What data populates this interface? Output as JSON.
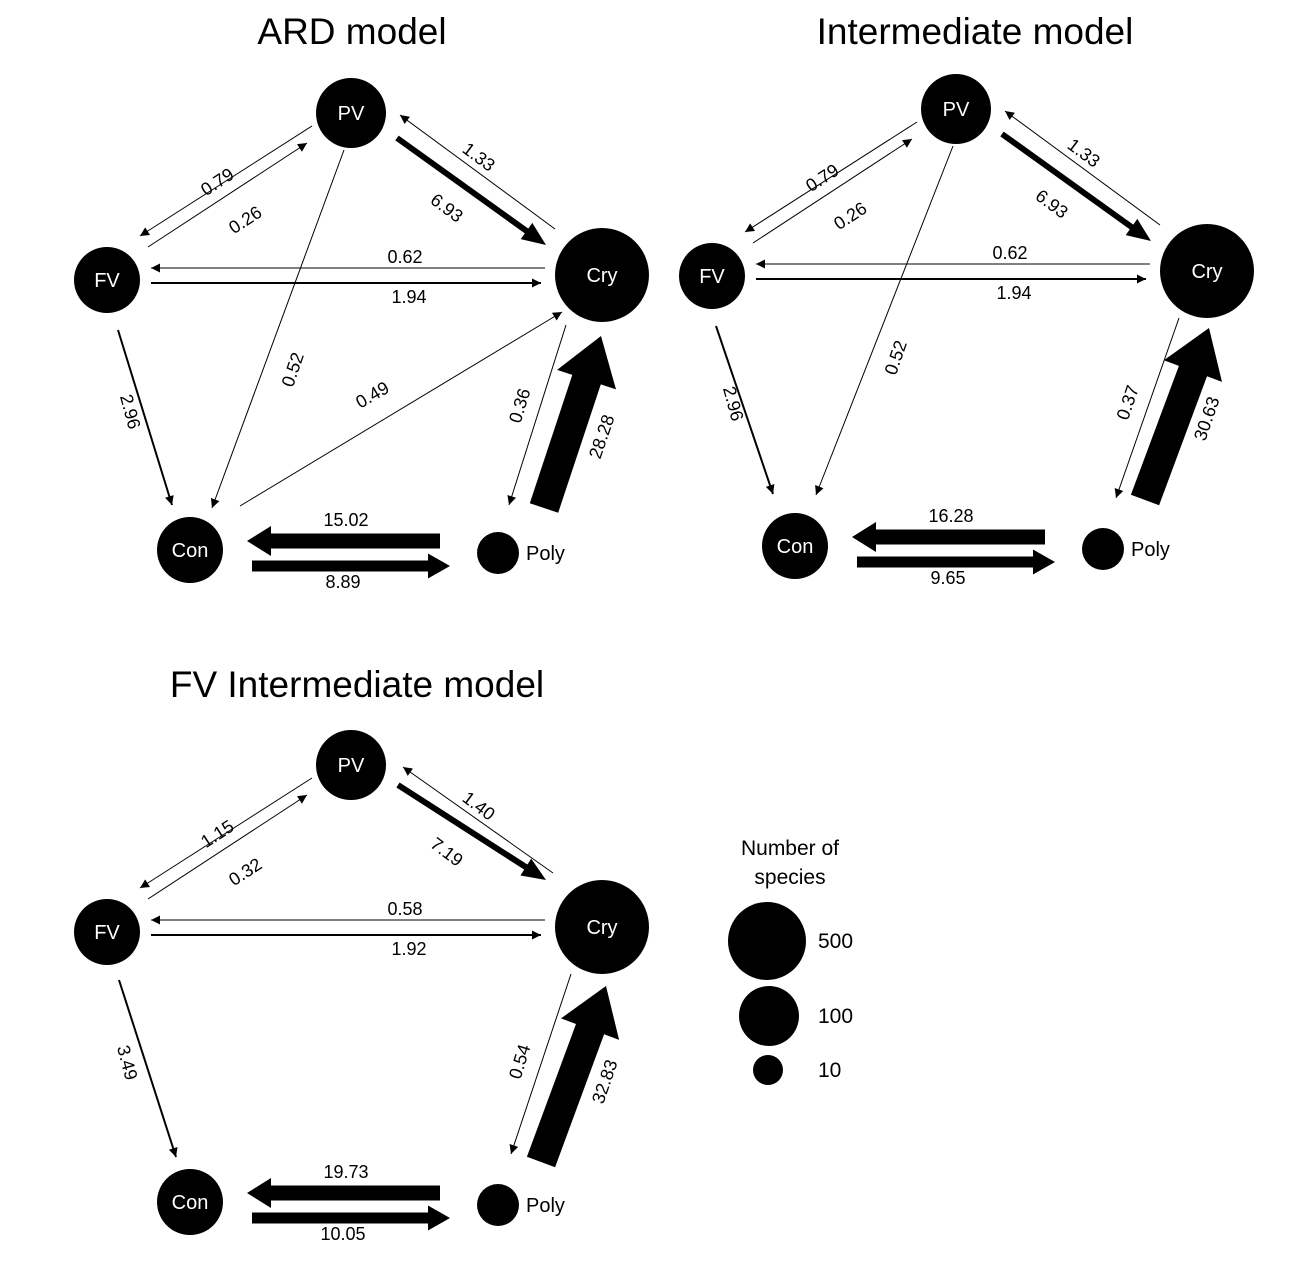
{
  "panels": [
    {
      "id": "ard",
      "title": "ARD model",
      "nodes": {
        "PV": {
          "label": "PV",
          "size": "100"
        },
        "FV": {
          "label": "FV",
          "size": "100"
        },
        "Cry": {
          "label": "Cry",
          "size": "250"
        },
        "Con": {
          "label": "Con",
          "size": "100"
        },
        "Poly": {
          "label": "Poly",
          "size": "10"
        }
      },
      "transitions": [
        {
          "from": "FV",
          "to": "PV",
          "rate": "0.79"
        },
        {
          "from": "PV",
          "to": "FV",
          "rate": "0.26"
        },
        {
          "from": "Cry",
          "to": "PV",
          "rate": "1.33"
        },
        {
          "from": "PV",
          "to": "Cry",
          "rate": "6.93"
        },
        {
          "from": "Cry",
          "to": "FV",
          "rate": "0.62"
        },
        {
          "from": "FV",
          "to": "Cry",
          "rate": "1.94"
        },
        {
          "from": "PV",
          "to": "Con",
          "rate": "0.52"
        },
        {
          "from": "Con",
          "to": "Cry",
          "rate": "0.49"
        },
        {
          "from": "FV",
          "to": "Con",
          "rate": "2.96"
        },
        {
          "from": "Cry",
          "to": "Poly",
          "rate": "0.36"
        },
        {
          "from": "Poly",
          "to": "Cry",
          "rate": "28.28"
        },
        {
          "from": "Poly",
          "to": "Con",
          "rate": "15.02"
        },
        {
          "from": "Con",
          "to": "Poly",
          "rate": "8.89"
        }
      ]
    },
    {
      "id": "intermediate",
      "title": "Intermediate model",
      "nodes": {
        "PV": {
          "label": "PV",
          "size": "100"
        },
        "FV": {
          "label": "FV",
          "size": "100"
        },
        "Cry": {
          "label": "Cry",
          "size": "250"
        },
        "Con": {
          "label": "Con",
          "size": "100"
        },
        "Poly": {
          "label": "Poly",
          "size": "10"
        }
      },
      "transitions": [
        {
          "from": "FV",
          "to": "PV",
          "rate": "0.79"
        },
        {
          "from": "PV",
          "to": "FV",
          "rate": "0.26"
        },
        {
          "from": "Cry",
          "to": "PV",
          "rate": "1.33"
        },
        {
          "from": "PV",
          "to": "Cry",
          "rate": "6.93"
        },
        {
          "from": "Cry",
          "to": "FV",
          "rate": "0.62"
        },
        {
          "from": "FV",
          "to": "Cry",
          "rate": "1.94"
        },
        {
          "from": "PV",
          "to": "Con",
          "rate": "0.52"
        },
        {
          "from": "FV",
          "to": "Con",
          "rate": "2.96"
        },
        {
          "from": "Cry",
          "to": "Poly",
          "rate": "0.37"
        },
        {
          "from": "Poly",
          "to": "Cry",
          "rate": "30.63"
        },
        {
          "from": "Poly",
          "to": "Con",
          "rate": "16.28"
        },
        {
          "from": "Con",
          "to": "Poly",
          "rate": "9.65"
        }
      ]
    },
    {
      "id": "fv-intermediate",
      "title": "FV Intermediate model",
      "nodes": {
        "PV": {
          "label": "PV",
          "size": "100"
        },
        "FV": {
          "label": "FV",
          "size": "100"
        },
        "Cry": {
          "label": "Cry",
          "size": "250"
        },
        "Con": {
          "label": "Con",
          "size": "100"
        },
        "Poly": {
          "label": "Poly",
          "size": "10"
        }
      },
      "transitions": [
        {
          "from": "FV",
          "to": "PV",
          "rate": "1.15"
        },
        {
          "from": "PV",
          "to": "FV",
          "rate": "0.32"
        },
        {
          "from": "Cry",
          "to": "PV",
          "rate": "1.40"
        },
        {
          "from": "PV",
          "to": "Cry",
          "rate": "7.19"
        },
        {
          "from": "Cry",
          "to": "FV",
          "rate": "0.58"
        },
        {
          "from": "FV",
          "to": "Cry",
          "rate": "1.92"
        },
        {
          "from": "FV",
          "to": "Con",
          "rate": "3.49"
        },
        {
          "from": "Cry",
          "to": "Poly",
          "rate": "0.54"
        },
        {
          "from": "Poly",
          "to": "Cry",
          "rate": "32.83"
        },
        {
          "from": "Poly",
          "to": "Con",
          "rate": "19.73"
        },
        {
          "from": "Con",
          "to": "Poly",
          "rate": "10.05"
        }
      ]
    }
  ],
  "legend": {
    "title_line1": "Number of",
    "title_line2": "species",
    "items": [
      {
        "label": "500"
      },
      {
        "label": "100"
      },
      {
        "label": "10"
      }
    ]
  },
  "colors": {
    "ink": "#000000",
    "background": "#ffffff",
    "node_text": "#ffffff"
  }
}
